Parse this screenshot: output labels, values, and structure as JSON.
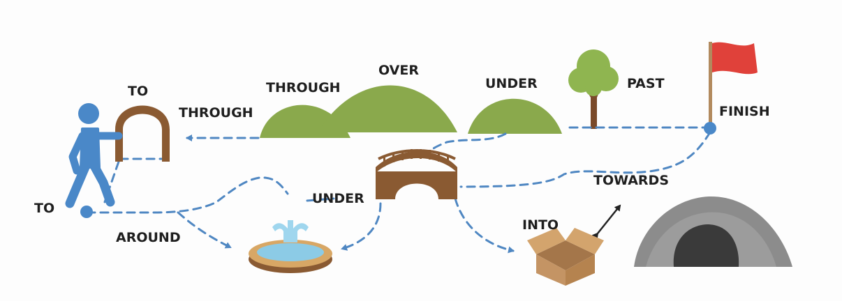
{
  "labels": {
    "to_arch": "TO",
    "through_arch": "THROUGH",
    "through_hill": "THROUGH",
    "over": "OVER",
    "under_hill": "UNDER",
    "past": "PAST",
    "finish": "FINISH",
    "to_start": "TO",
    "around": "AROUND",
    "under_bridge": "UNDER",
    "towards": "TOWARDS",
    "into": "INTO"
  },
  "colors": {
    "path": "#4f87c2",
    "walker": "#4a88c8",
    "hill": "#8aa94c",
    "wood": "#8a5a32",
    "flag": "#e0413a",
    "water": "#8ccbe6",
    "rock": "#8c8c8c",
    "box": "#c49464"
  },
  "icons": [
    "walker-icon",
    "arch-icon",
    "hill-icon",
    "tree-icon",
    "flag-icon",
    "bridge-icon",
    "fountain-icon",
    "box-icon",
    "cave-icon"
  ]
}
